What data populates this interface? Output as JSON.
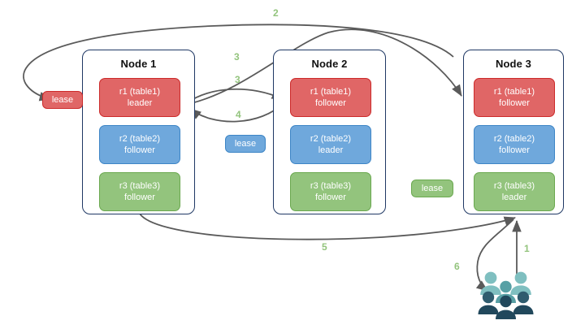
{
  "diagram": {
    "title_present": false,
    "colors": {
      "red": "#e06666",
      "red_border": "#cc2a2a",
      "blue": "#6fa8dc",
      "blue_border": "#3d85c6",
      "green": "#93c47d",
      "green_border": "#6aa84f",
      "node_border": "#1f3864",
      "arrow": "#5a5a5a",
      "label_green": "#93c47d",
      "user_light": "#7fbfc0",
      "user_mid": "#58a0a5",
      "user_dark": "#2f5c6e",
      "user_darkest": "#21485c"
    }
  },
  "nodes": [
    {
      "id": "node-1",
      "title": "Node 1",
      "replicas": [
        {
          "id": "r1",
          "line1": "r1 (table1)",
          "line2": "leader",
          "color": "red"
        },
        {
          "id": "r2",
          "line1": "r2 (table2)",
          "line2": "follower",
          "color": "blue"
        },
        {
          "id": "r3",
          "line1": "r3 (table3)",
          "line2": "follower",
          "color": "green"
        }
      ]
    },
    {
      "id": "node-2",
      "title": "Node 2",
      "replicas": [
        {
          "id": "r1",
          "line1": "r1 (table1)",
          "line2": "follower",
          "color": "red"
        },
        {
          "id": "r2",
          "line1": "r2 (table2)",
          "line2": "leader",
          "color": "blue"
        },
        {
          "id": "r3",
          "line1": "r3 (table3)",
          "line2": "follower",
          "color": "green"
        }
      ]
    },
    {
      "id": "node-3",
      "title": "Node 3",
      "replicas": [
        {
          "id": "r1",
          "line1": "r1 (table1)",
          "line2": "follower",
          "color": "red"
        },
        {
          "id": "r2",
          "line1": "r2 (table2)",
          "line2": "follower",
          "color": "blue"
        },
        {
          "id": "r3",
          "line1": "r3 (table3)",
          "line2": "leader",
          "color": "green"
        }
      ]
    }
  ],
  "leases": [
    {
      "id": "lease-table1",
      "label": "lease",
      "color": "red"
    },
    {
      "id": "lease-table2",
      "label": "lease",
      "color": "blue"
    },
    {
      "id": "lease-table3",
      "label": "lease",
      "color": "green"
    }
  ],
  "edge_labels": [
    {
      "id": "label-1",
      "text": "1",
      "describes": "users to Node 3"
    },
    {
      "id": "label-2",
      "text": "2",
      "describes": "Node 3 top around to table1 lease"
    },
    {
      "id": "label-3a",
      "text": "3",
      "describes": "Node 1 r1 to Node 3 r1"
    },
    {
      "id": "label-3b",
      "text": "3",
      "describes": "Node 1 r1 to Node 2 r1"
    },
    {
      "id": "label-4",
      "text": "4",
      "describes": "Node 2 r1 back to Node 1 r1"
    },
    {
      "id": "label-5",
      "text": "5",
      "describes": "Node 1 bottom to Node 3 bottom"
    },
    {
      "id": "label-6",
      "text": "6",
      "describes": "Node 3 back to users"
    }
  ],
  "actors": {
    "users_icon": "users-group-icon"
  }
}
